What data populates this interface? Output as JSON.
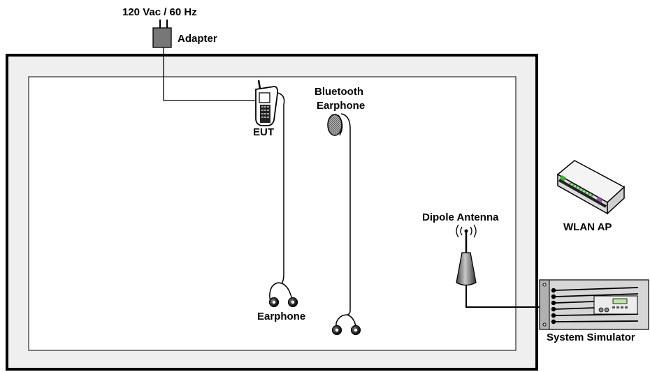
{
  "labels": {
    "power": "120 Vac / 60 Hz",
    "adapter": "Adapter",
    "eut": "EUT",
    "bt_line1": "Bluetooth",
    "bt_line2": "Earphone",
    "earphone": "Earphone",
    "dipole": "Dipole Antenna",
    "wlan": "WLAN AP",
    "simulator": "System Simulator"
  },
  "colors": {
    "line": "#000000",
    "chamber_outer_fill": "#efefef",
    "chamber_inner_fill": "#ffffff",
    "device_grey": "#8a8a8a",
    "ap_green": "#3fae3a",
    "ap_purple": "#9b4fb0"
  },
  "icons": [
    "plug-adapter-icon",
    "mobile-phone-icon",
    "bluetooth-earphone-icon",
    "earbud-icon",
    "dipole-antenna-icon",
    "wlan-router-icon",
    "rack-simulator-icon"
  ]
}
